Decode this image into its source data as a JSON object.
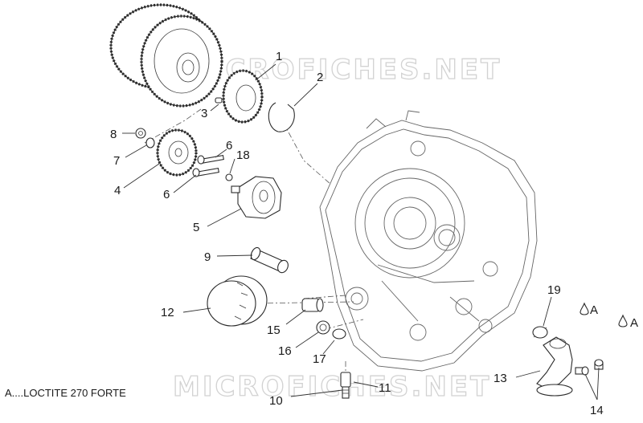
{
  "watermark": "MICROFICHES.NET",
  "note": "A....LOCTITE 270 FORTE",
  "callouts": {
    "c1": "1",
    "c2": "2",
    "c3": "3",
    "c4": "4",
    "c5": "5",
    "c6a": "6",
    "c6b": "6",
    "c7": "7",
    "c8": "8",
    "c9": "9",
    "c10": "10",
    "c11": "11",
    "c12": "12",
    "c13": "13",
    "c14": "14",
    "c15": "15",
    "c16": "16",
    "c17": "17",
    "c18": "18",
    "c19": "19"
  },
  "markers": {
    "a1": "A",
    "a2": "A"
  }
}
